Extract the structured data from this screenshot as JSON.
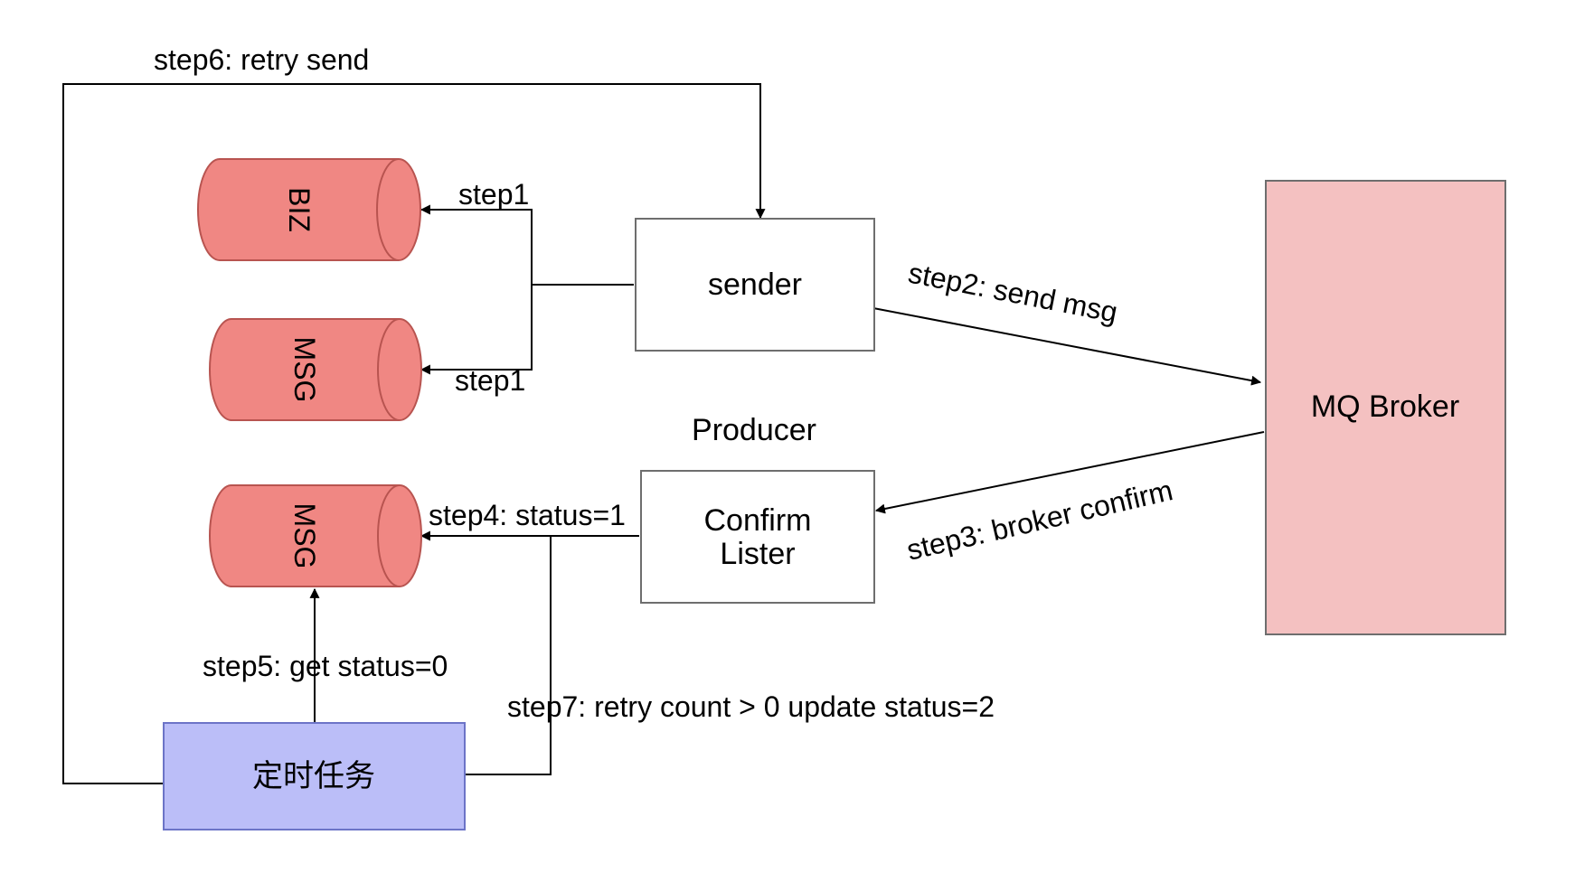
{
  "nodes": {
    "biz_db": {
      "label": "BIZ"
    },
    "msg_db_top": {
      "label": "MSG"
    },
    "msg_db_bottom": {
      "label": "MSG"
    },
    "sender": {
      "label": "sender"
    },
    "producer": {
      "label": "Producer"
    },
    "confirm_listener": {
      "line1": "Confirm",
      "line2": "Lister"
    },
    "mq_broker": {
      "label": "MQ Broker"
    },
    "scheduled_task": {
      "label": "定时任务"
    }
  },
  "edges": {
    "step1_biz": "step1",
    "step1_msg": "step1",
    "step2": "step2: send msg",
    "step3": "step3: broker confirm",
    "step4": "step4: status=1",
    "step5": "step5: get status=0",
    "step6": "step6: retry send",
    "step7": "step7: retry count > 0 update status=2"
  },
  "colors": {
    "db_fill": "#f08783",
    "db_stroke": "#b85450",
    "broker_fill": "#f4c1c1",
    "task_fill": "#bbbef8",
    "task_stroke": "#6c74c7",
    "box_stroke": "#6e6e6e"
  }
}
